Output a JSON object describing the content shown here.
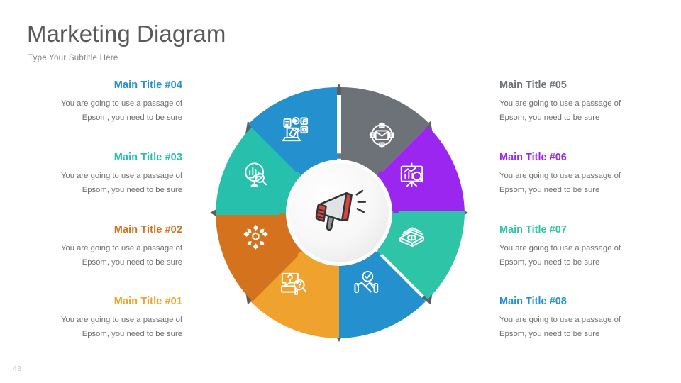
{
  "header": {
    "title": "Marketing Diagram",
    "subtitle": "Type Your Subtitle Here"
  },
  "page_number": "43",
  "body_text": "You are going to use a passage of Epsom, you need to be sure",
  "items_left": [
    {
      "id": "04",
      "title": "Main Title #04",
      "description": "You are going to use a passage of Epsom, you need to be sure",
      "color": "#2490cd"
    },
    {
      "id": "03",
      "title": "Main Title #03",
      "description": "You are going to use a passage of Epsom, you need to be sure",
      "color": "#27c0ad"
    },
    {
      "id": "02",
      "title": "Main Title #02",
      "description": "You are going to use a passage of Epsom, you need to be sure",
      "color": "#d4721d"
    },
    {
      "id": "01",
      "title": "Main Title #01",
      "description": "You are going to use a passage of Epsom, you need to be sure",
      "color": "#efa32e"
    }
  ],
  "items_right": [
    {
      "id": "05",
      "title": "Main Title #05",
      "description": "You are going to use a passage of Epsom, you need to be sure",
      "color": "#6d7279"
    },
    {
      "id": "06",
      "title": "Main Title #06",
      "description": "You are going to use a passage of Epsom, you need to be sure",
      "color": "#9b26f0"
    },
    {
      "id": "07",
      "title": "Main Title #07",
      "description": "You are going to use a passage of Epsom, you need to be sure",
      "color": "#2ec4a8"
    },
    {
      "id": "08",
      "title": "Main Title #08",
      "description": "You are going to use a passage of Epsom, you need to be sure",
      "color": "#2490cd"
    }
  ],
  "wheel": {
    "center_icon": "megaphone-icon",
    "center_background": "#f2f2f2",
    "segments": [
      {
        "position": "top-right",
        "color": "#6d7279",
        "icon": "email-target-icon",
        "linked_item": "05"
      },
      {
        "position": "right-upper",
        "color": "#9b26f0",
        "icon": "chart-presentation-icon",
        "linked_item": "06"
      },
      {
        "position": "right-lower",
        "color": "#2ec4a8",
        "icon": "money-stack-icon",
        "linked_item": "07"
      },
      {
        "position": "bottom-right",
        "color": "#2490cd",
        "icon": "handshake-check-icon",
        "linked_item": "08"
      },
      {
        "position": "bottom-left",
        "color": "#efa32e",
        "icon": "question-research-icon",
        "linked_item": "01"
      },
      {
        "position": "left-lower",
        "color": "#d4721d",
        "icon": "network-nodes-icon",
        "linked_item": "02"
      },
      {
        "position": "left-upper",
        "color": "#27c0ad",
        "icon": "analytics-search-icon",
        "linked_item": "03"
      },
      {
        "position": "top-left",
        "color": "#2490cd",
        "icon": "social-media-icon",
        "linked_item": "04"
      }
    ]
  }
}
